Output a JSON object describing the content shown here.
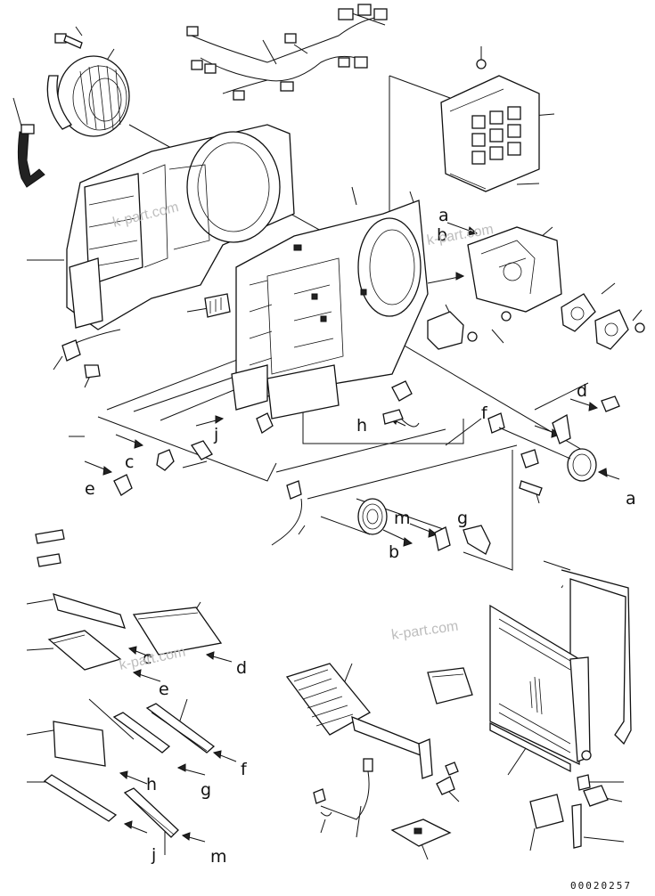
{
  "letters": {
    "a_top": "a",
    "b_top": "b",
    "d": "d",
    "f": "f",
    "h": "h",
    "j": "j",
    "c": "c",
    "e": "e",
    "m": "m",
    "b_mid": "b",
    "g": "g",
    "a_right": "a",
    "c_lower": "c",
    "d_lower": "d",
    "e_lower": "e",
    "f_lower": "f",
    "h_lower": "h",
    "g_lower": "g",
    "j_lower": "j",
    "m_lower": "m"
  },
  "watermarks": [
    "k-part.com",
    "k-part.com",
    "k-part.com",
    "k-part.com"
  ],
  "drawing_code": "00020257"
}
